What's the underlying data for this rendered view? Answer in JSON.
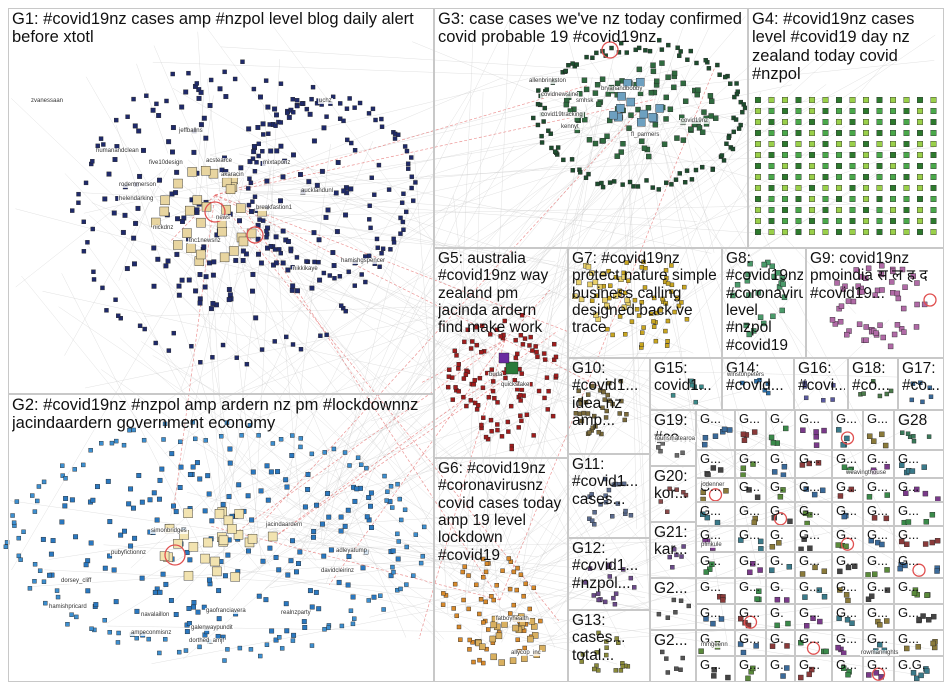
{
  "graph": {
    "groups": [
      {
        "id": "G1",
        "label": "G1: #covid19nz cases amp #nzpol level blog daily alert before xtotl",
        "color": "#1f2a6b"
      },
      {
        "id": "G2",
        "label": "G2: #covid19nz #nzpol amp ardern nz pm #lockdownnz jacindaardern government economy",
        "color": "#2a78c0"
      },
      {
        "id": "G3",
        "label": "G3: case cases we've nz today confirmed covid probable 19 #covid19nz",
        "color": "#1d4d2e"
      },
      {
        "id": "G4",
        "label": "G4: #covid19nz cases level #covid19 day nz zealand today covid #nzpol",
        "color": "#3aa33a"
      },
      {
        "id": "G5",
        "label": "G5: australia #covid19nz way zealand pm jacinda ardern find make work",
        "color": "#a01c1c"
      },
      {
        "id": "G6",
        "label": "G6: #covid19nz #coronavirusnz covid cases today amp 19 level lockdown #covid19",
        "color": "#d98a2b"
      },
      {
        "id": "G7",
        "label": "G7: #covid19nz protect nature simple business calling designed back ve trace",
        "color": "#c9a620"
      },
      {
        "id": "G8",
        "label": "G8: #covid19nz #coronavirus level #nzpol #covid19 nz...",
        "color": "#4a9a6a"
      },
      {
        "id": "G9",
        "label": "G9: covid19nz pmoindia स ल ह द #covid19...",
        "color": "#b06aa6"
      },
      {
        "id": "G10",
        "label": "G10: #covid1... idea nz amp...",
        "color": "#7a6a3a"
      },
      {
        "id": "G11",
        "label": "G11: #covid1... cases...",
        "color": "#5b6c8f"
      },
      {
        "id": "G12",
        "label": "G12: #covid1... #nzpol...",
        "color": "#6b4a8a"
      },
      {
        "id": "G13",
        "label": "G13: cases... total...",
        "color": "#8a8a3a"
      },
      {
        "id": "G14",
        "label": "G14: #covid...",
        "color": "#2b6fa8"
      },
      {
        "id": "G15",
        "label": "G15: covid1...",
        "color": "#3a8a8a"
      },
      {
        "id": "G16",
        "label": "G16: #covi...",
        "color": "#5a5aa0"
      },
      {
        "id": "G17",
        "label": "G17: #co...",
        "color": "#3a6a9a"
      },
      {
        "id": "G18",
        "label": "G18: #co...",
        "color": "#4a7a4a"
      },
      {
        "id": "G19",
        "label": "G19: #co...",
        "color": "#6a6a6a"
      },
      {
        "id": "G20",
        "label": "G20: kor...",
        "color": "#8a4a4a"
      },
      {
        "id": "G21",
        "label": "G21: kar...",
        "color": "#6a4a8a"
      },
      {
        "id": "G28",
        "label": "G28",
        "color": "#3a7a5a"
      },
      {
        "id": "G2x",
        "label": "G2...",
        "color": "#555555"
      },
      {
        "id": "Gx",
        "label": "G...",
        "color": "#555555"
      },
      {
        "id": "Gy",
        "label": "G.",
        "color": "#555555"
      },
      {
        "id": "Gz",
        "label": "G.G.",
        "color": "#555555"
      }
    ],
    "node_labels": [
      {
        "text": "zvanessaan",
        "group": "G1"
      },
      {
        "text": "uchz",
        "group": "G1"
      },
      {
        "text": "jeffballns",
        "group": "G1"
      },
      {
        "text": "humanandclean",
        "group": "G1"
      },
      {
        "text": "five10design",
        "group": "G1"
      },
      {
        "text": "acstearce",
        "group": "G1"
      },
      {
        "text": "rodemmerson",
        "group": "G1"
      },
      {
        "text": "akaracin",
        "group": "G1"
      },
      {
        "text": "mixtaponz",
        "group": "G1"
      },
      {
        "text": "aucklandunl",
        "group": "G1"
      },
      {
        "text": "helendarking",
        "group": "G1"
      },
      {
        "text": "breakfastion1",
        "group": "G1"
      },
      {
        "text": "nickdnz",
        "group": "G1"
      },
      {
        "text": "tnc1newsnz",
        "group": "G1"
      },
      {
        "text": "hamishgspencer",
        "group": "G1"
      },
      {
        "text": "nikkikaye",
        "group": "G1"
      },
      {
        "text": "news",
        "group": "G1"
      },
      {
        "text": "jacindaardern",
        "group": "G2"
      },
      {
        "text": "simonbridges",
        "group": "G2"
      },
      {
        "text": "pubyfictionnz",
        "group": "G2"
      },
      {
        "text": "adleyatump",
        "group": "G2"
      },
      {
        "text": "davidcleirinz",
        "group": "G2"
      },
      {
        "text": "dorsey_cliff",
        "group": "G2"
      },
      {
        "text": "hamishpricard",
        "group": "G2"
      },
      {
        "text": "navalaillon",
        "group": "G2"
      },
      {
        "text": "gaofranciavera",
        "group": "G2"
      },
      {
        "text": "realnzparty",
        "group": "G2"
      },
      {
        "text": "ampeconmisnz",
        "group": "G2"
      },
      {
        "text": "galenwaypundit",
        "group": "G2"
      },
      {
        "text": "dorthed_amjf",
        "group": "G2"
      },
      {
        "text": "covid19tracking",
        "group": "G3"
      },
      {
        "text": "bryanandbobby",
        "group": "G3"
      },
      {
        "text": "covidnewsline",
        "group": "G3"
      },
      {
        "text": "smhsk",
        "group": "G3"
      },
      {
        "text": "allenbrinkston",
        "group": "G3"
      },
      {
        "text": "fl_parmers",
        "group": "G3"
      },
      {
        "text": "kennyt",
        "group": "G3"
      },
      {
        "text": "covid19nz",
        "group": "G3"
      },
      {
        "text": "quickstake",
        "group": "G5"
      },
      {
        "text": "buda",
        "group": "G5"
      },
      {
        "text": "fatboyhealth",
        "group": "G6"
      },
      {
        "text": "allycop_inc",
        "group": "G6"
      },
      {
        "text": "winstonpeters",
        "group": "G14"
      },
      {
        "text": "tourismatearoa",
        "group": "G19"
      },
      {
        "text": "jodenner",
        "group": "G20"
      },
      {
        "text": "pfinkule",
        "group": "G21"
      },
      {
        "text": "mmgeenn",
        "group": "G2x"
      },
      {
        "text": "rowmannights",
        "group": "Gx"
      },
      {
        "text": "weavingthouse",
        "group": "Gx"
      }
    ]
  }
}
